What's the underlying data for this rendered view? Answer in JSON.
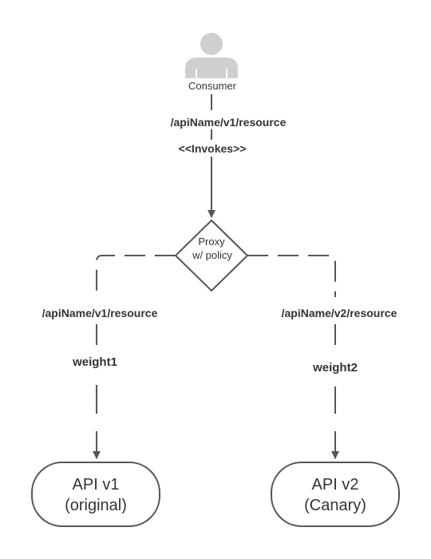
{
  "consumer": {
    "label": "Consumer",
    "icon": "user-icon"
  },
  "top_edge": {
    "path_label": "/apiName/v1/resource",
    "stereotype_label": "<<Invokes>>"
  },
  "proxy": {
    "line1": "Proxy",
    "line2": "w/ policy"
  },
  "left_branch": {
    "path_label": "/apiName/v1/resource",
    "weight_label": "weight1"
  },
  "right_branch": {
    "path_label": "/apiName/v2/resource",
    "weight_label": "weight2"
  },
  "api_v1": {
    "line1": "API v1",
    "line2": "(original)"
  },
  "api_v2": {
    "line1": "API v2",
    "line2": "(Canary)"
  },
  "colors": {
    "stroke": "#555555",
    "icon_fill": "#cfcfcf",
    "text": "#333333"
  }
}
